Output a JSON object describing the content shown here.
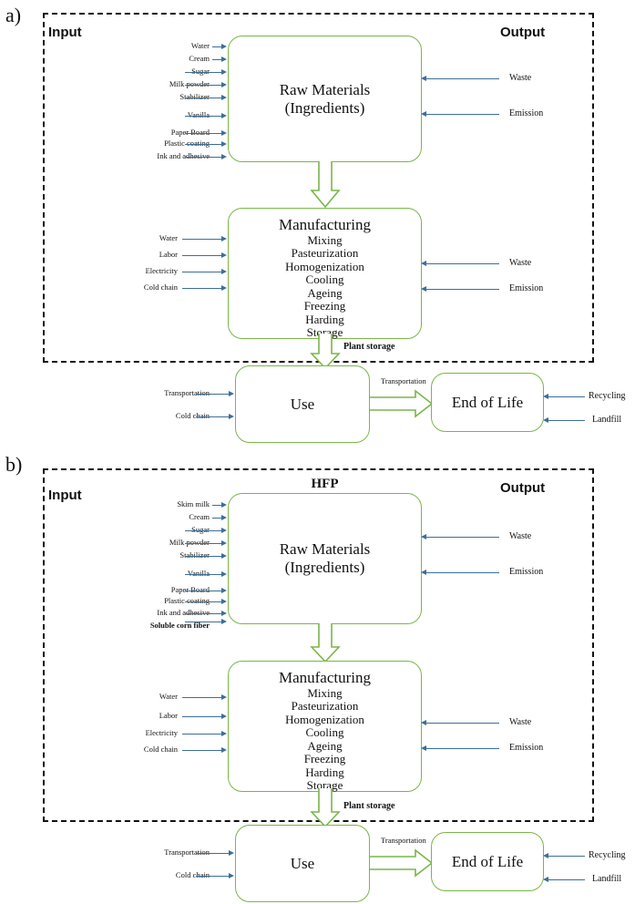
{
  "figure": {
    "type": "flow-diagram",
    "colors": {
      "process_border": "#7ab648",
      "flow_arrow": "#3d6e99",
      "boundary": "#111111"
    }
  },
  "panels": [
    {
      "letter": "a)",
      "boundary_labels": {
        "input": "Input",
        "output": "Output"
      },
      "header": "",
      "raw_materials": {
        "title": "Raw Materials",
        "subtitle": "(Ingredients)",
        "inputs": [
          {
            "label": "Water",
            "bold": false
          },
          {
            "label": "Cream",
            "bold": false
          },
          {
            "label": "Sugar",
            "bold": false
          },
          {
            "label": "Milk powder",
            "bold": false
          },
          {
            "label": "Stabilizer",
            "bold": false
          },
          {
            "label": "Vanilla",
            "bold": false
          },
          {
            "label": "Paper Board",
            "bold": false
          },
          {
            "label": "Plastic coating",
            "bold": false
          },
          {
            "label": "Ink and adhesive",
            "bold": false
          }
        ],
        "outputs": [
          "Waste",
          "Emission"
        ]
      },
      "manufacturing": {
        "title": "Manufacturing",
        "steps": [
          "Mixing",
          "Pasteurization",
          "Homogenization",
          "Cooling",
          "Ageing",
          "Freezing",
          "Harding",
          "Storage"
        ],
        "inputs": [
          "Water",
          "Labor",
          "Electricity",
          "Cold chain"
        ],
        "outputs": [
          "Waste",
          "Emission"
        ]
      },
      "plant_storage_label": "Plant storage",
      "use": {
        "title": "Use",
        "inputs": [
          "Transportation",
          "Cold chain"
        ]
      },
      "transport_label": "Transportation",
      "end_of_life": {
        "title": "End of Life",
        "inputs": [
          "Recycling",
          "Landfill"
        ]
      }
    },
    {
      "letter": "b)",
      "boundary_labels": {
        "input": "Input",
        "output": "Output"
      },
      "header": "HFP",
      "raw_materials": {
        "title": "Raw Materials",
        "subtitle": "(Ingredients)",
        "inputs": [
          {
            "label": "Skim milk",
            "bold": false
          },
          {
            "label": "Cream",
            "bold": false
          },
          {
            "label": "Sugar",
            "bold": false
          },
          {
            "label": "Milk powder",
            "bold": false
          },
          {
            "label": "Stabilizer",
            "bold": false
          },
          {
            "label": "Vanilla",
            "bold": false
          },
          {
            "label": "Paper Board",
            "bold": false
          },
          {
            "label": "Plastic coating",
            "bold": false
          },
          {
            "label": "Ink and adhesive",
            "bold": false
          },
          {
            "label": "Soluble corn fiber",
            "bold": true
          }
        ],
        "outputs": [
          "Waste",
          "Emission"
        ]
      },
      "manufacturing": {
        "title": "Manufacturing",
        "steps": [
          "Mixing",
          "Pasteurization",
          "Homogenization",
          "Cooling",
          "Ageing",
          "Freezing",
          "Harding",
          "Storage"
        ],
        "inputs": [
          "Water",
          "Labor",
          "Electricity",
          "Cold chain"
        ],
        "outputs": [
          "Waste",
          "Emission"
        ]
      },
      "plant_storage_label": "Plant storage",
      "use": {
        "title": "Use",
        "inputs": [
          "Transportation",
          "Cold chain"
        ]
      },
      "transport_label": "Transportation",
      "end_of_life": {
        "title": "End of Life",
        "inputs": [
          "Recycling",
          "Landfill"
        ]
      }
    }
  ]
}
